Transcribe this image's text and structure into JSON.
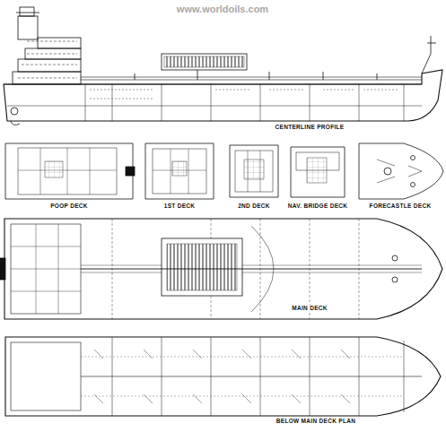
{
  "diagram": {
    "labels": [
      "www.worldoils.com",
      "CENTERLINE PROFILE",
      "POOP DECK",
      "1ST DECK",
      "2ND DECK",
      "NAV. BRIDGE DECK",
      "FORECASTLE DECK",
      "MAIN DECK",
      "BELOW MAIN DECK PLAN"
    ]
  }
}
